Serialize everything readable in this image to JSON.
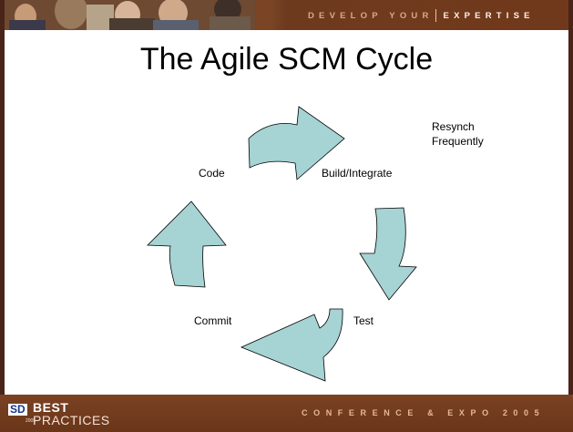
{
  "banner": {
    "tagline_prefix": "DEVELOP YOUR",
    "tagline_strong": "EXPERTISE"
  },
  "slide": {
    "title": "The Agile SCM Cycle"
  },
  "diagram": {
    "nodes": [
      "Code",
      "Build/Integrate",
      "Test",
      "Commit"
    ],
    "note": [
      "Resynch",
      "Frequently"
    ],
    "arrow_fill": "#a6d3d3",
    "arrow_stroke": "#000000"
  },
  "footer": {
    "logo_sd": "SD",
    "logo_best": "BEST",
    "logo_practices": "PRACTICES",
    "logo_year": "2005",
    "tagline": "CONFERENCE & EXPO 2005"
  },
  "colors": {
    "frame": "#6e3a1e",
    "tagline": "#d9a98a"
  }
}
